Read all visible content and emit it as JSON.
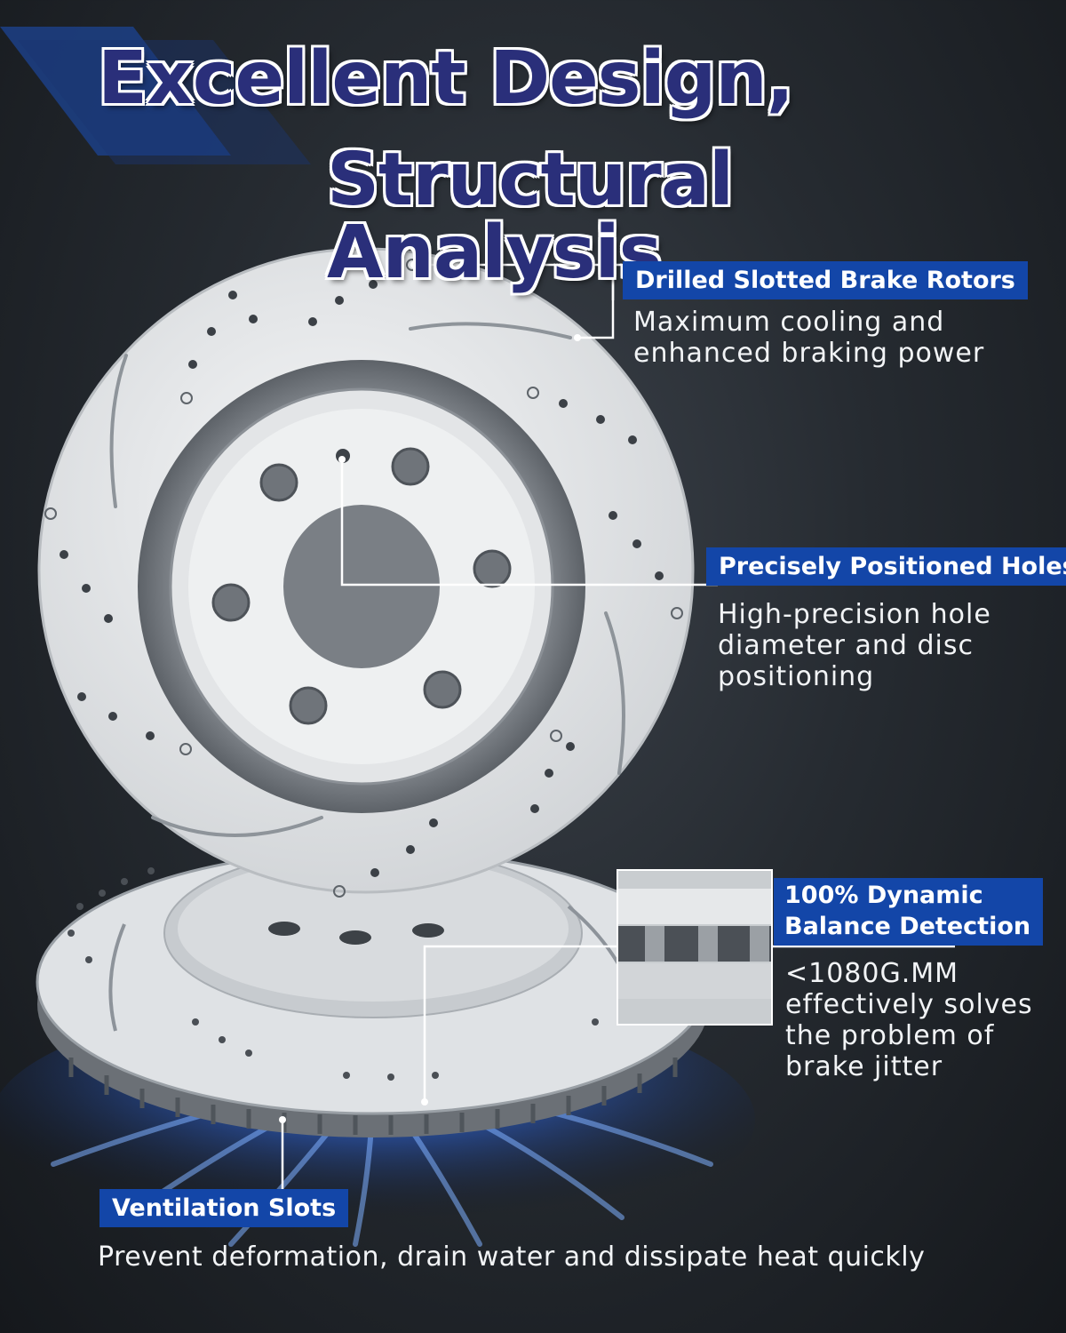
{
  "title": {
    "line1": "Excellent Design,",
    "line2": "Structural Analysis"
  },
  "features": {
    "drilled": {
      "label": "Drilled Slotted Brake Rotors",
      "desc_lines": [
        "Maximum cooling and",
        "enhanced braking power"
      ]
    },
    "holes": {
      "label": "Precisely Positioned Holes",
      "desc_lines": [
        "High-precision hole",
        "diameter and disc",
        "positioning"
      ]
    },
    "balance": {
      "label_lines": [
        "100% Dynamic",
        "Balance Detection"
      ],
      "desc_lines": [
        "<1080G.MM",
        "effectively solves",
        "the problem of",
        "brake jitter"
      ]
    },
    "ventilation": {
      "label": "Ventilation Slots",
      "desc": "Prevent deformation, drain water and dissipate heat quickly"
    }
  },
  "colors": {
    "accent_blue": "#1346a8",
    "title_fill": "#2a2f7a",
    "rotor_metal": "#e4e6e8",
    "airflow_blue": "#3b6fe0"
  },
  "icons": [
    "brake-rotor-front-illustration",
    "brake-rotor-back-illustration",
    "vane-closeup-illustration",
    "airflow-glow-illustration"
  ]
}
